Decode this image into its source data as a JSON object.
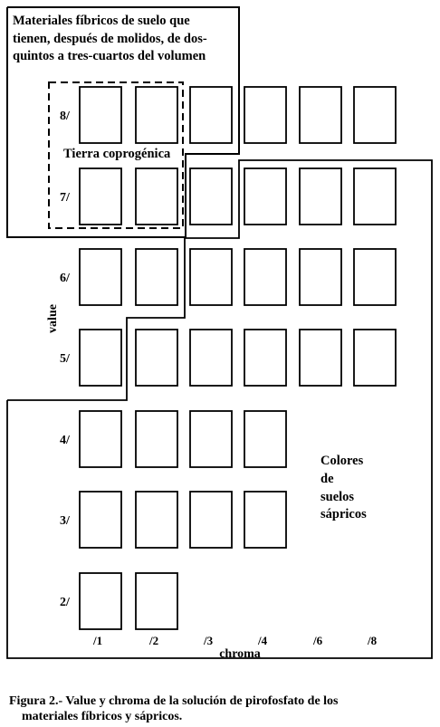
{
  "regions": {
    "fibric_label": [
      "Materiales fíbricos de suelo que",
      "tienen, después de molidos, de dos-",
      "quintos a tres-cuartos del volumen"
    ],
    "coprogenic_label": "Tierra coprogénica",
    "sapric_label": [
      "Colores",
      "de",
      "suelos",
      "sápricos"
    ]
  },
  "axes": {
    "y_title": "value",
    "x_title": "chroma",
    "value_labels": [
      "8/",
      "7/",
      "6/",
      "5/",
      "4/",
      "3/",
      "2/"
    ],
    "chroma_labels": [
      "/1",
      "/2",
      "/3",
      "/4",
      "/6",
      "/8"
    ]
  },
  "chip_grid": [
    {
      "value": "8/",
      "chromas": [
        "/1",
        "/2",
        "/3",
        "/4",
        "/6",
        "/8"
      ]
    },
    {
      "value": "7/",
      "chromas": [
        "/1",
        "/2",
        "/3",
        "/4",
        "/6",
        "/8"
      ]
    },
    {
      "value": "6/",
      "chromas": [
        "/1",
        "/2",
        "/3",
        "/4",
        "/6",
        "/8"
      ]
    },
    {
      "value": "5/",
      "chromas": [
        "/1",
        "/2",
        "/3",
        "/4",
        "/6",
        "/8"
      ]
    },
    {
      "value": "4/",
      "chromas": [
        "/1",
        "/2",
        "/3",
        "/4"
      ]
    },
    {
      "value": "3/",
      "chromas": [
        "/1",
        "/2",
        "/3",
        "/4"
      ]
    },
    {
      "value": "2/",
      "chromas": [
        "/1",
        "/2"
      ]
    }
  ],
  "caption": {
    "line1": "Figura 2.- Value y chroma de la solución de pirofosfato de los",
    "line2": "materiales fíbricos y sápricos."
  }
}
